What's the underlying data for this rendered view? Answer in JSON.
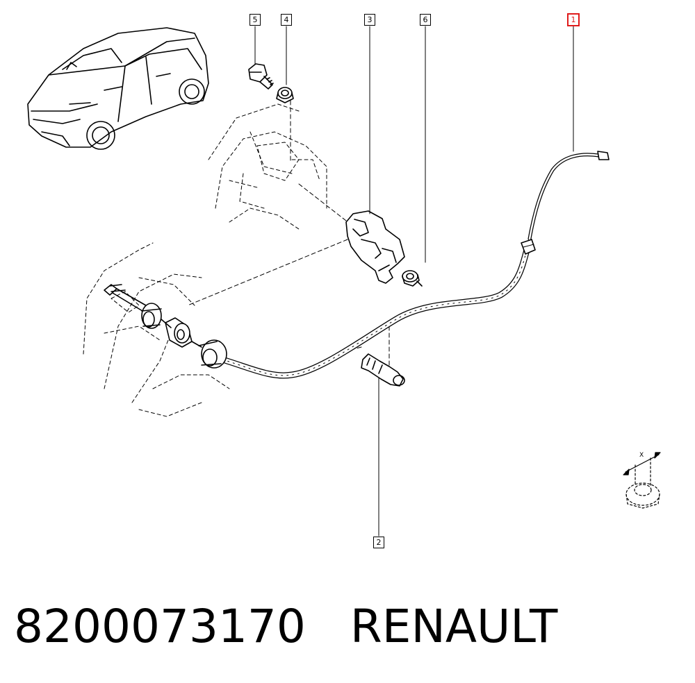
{
  "callouts": {
    "c1": "1",
    "c2": "2",
    "c3": "3",
    "c4": "4",
    "c5": "5",
    "c6": "6"
  },
  "detail_label": "X",
  "footer": {
    "part_number": "8200073170",
    "brand": "RENAULT"
  },
  "colors": {
    "line": "#000000",
    "highlight": "#e01a1a",
    "background": "#ffffff"
  }
}
